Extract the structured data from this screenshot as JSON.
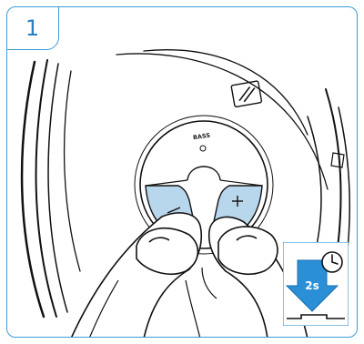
{
  "step": {
    "number": "1"
  },
  "headphone": {
    "bass_label": "BASS"
  },
  "hold_badge": {
    "duration": "2s"
  },
  "colors": {
    "accent": "#3d9ad6",
    "button_blue": "#b8d6ec",
    "arrow_blue": "#2a8fd6"
  }
}
